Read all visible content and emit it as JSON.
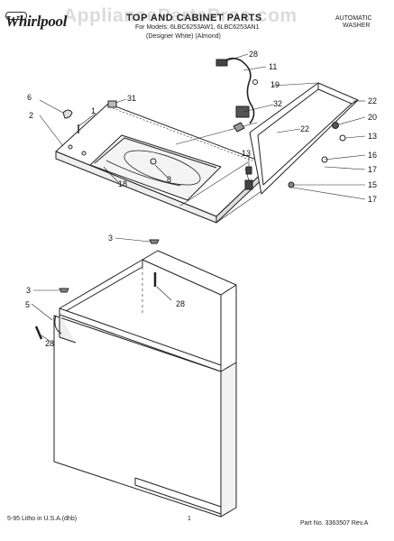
{
  "header": {
    "brand": "Whirlpool",
    "title": "TOP AND CABINET PARTS",
    "models": "For Models: 6LBC6253AW1, 6LBC6253AN1",
    "variant": "(Designer White) (Almond)",
    "category_line1": "AUTOMATIC",
    "category_line2": "WASHER",
    "watermark": "AppliancePartsPros.com"
  },
  "callouts": {
    "c1": "1",
    "c2": "2",
    "c3a": "3",
    "c3b": "3",
    "c5": "5",
    "c6": "6",
    "c8": "8",
    "c11": "11",
    "c13a": "13",
    "c13b": "13",
    "c15": "15",
    "c16": "16",
    "c17a": "17",
    "c17b": "17",
    "c18": "18",
    "c19": "19",
    "c20": "20",
    "c22a": "22",
    "c22b": "22",
    "c28a": "28",
    "c28b": "28",
    "c28c": "28",
    "c31": "31",
    "c32": "32"
  },
  "footer": {
    "print_info": "5-95 Litho in U.S.A.(dhb)",
    "page_number": "1",
    "part_number": "Part No. 3363507 Rev.A"
  }
}
